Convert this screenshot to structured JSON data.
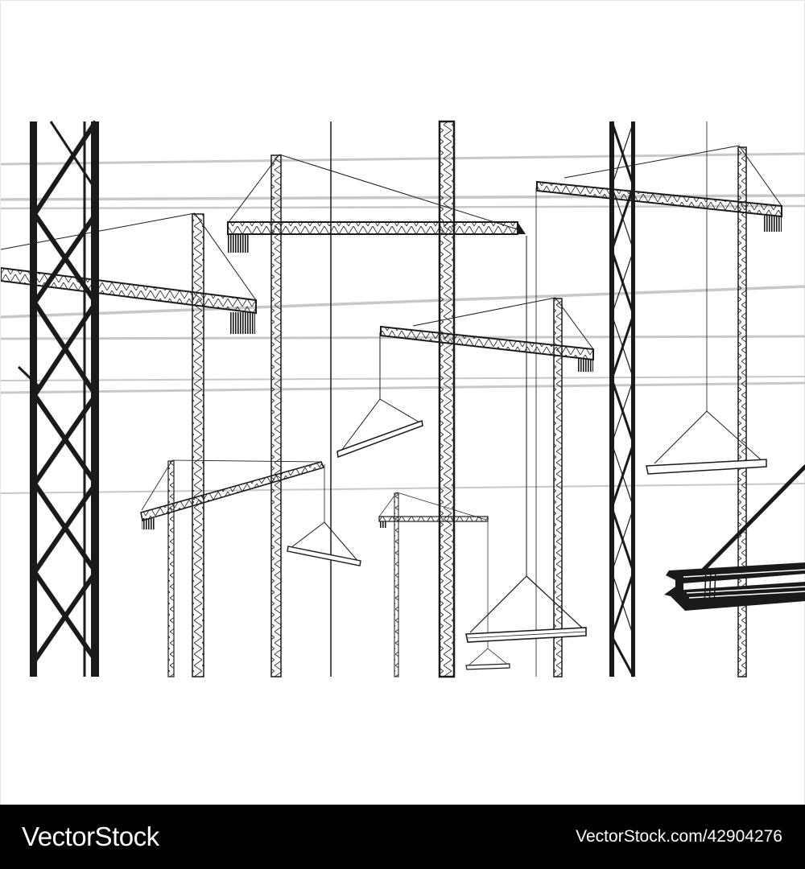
{
  "illustration": {
    "subject": "Tower cranes silhouette line art with hanging steel beams and power lines",
    "colors": {
      "ink": "#1a1a1a",
      "wire": "#c8c8c8",
      "background": "#ffffff"
    }
  },
  "footer": {
    "brand": "VectorStock",
    "stock_id": "VectorStock.com/42904276",
    "background": "#000000",
    "text_color": "#ffffff"
  }
}
